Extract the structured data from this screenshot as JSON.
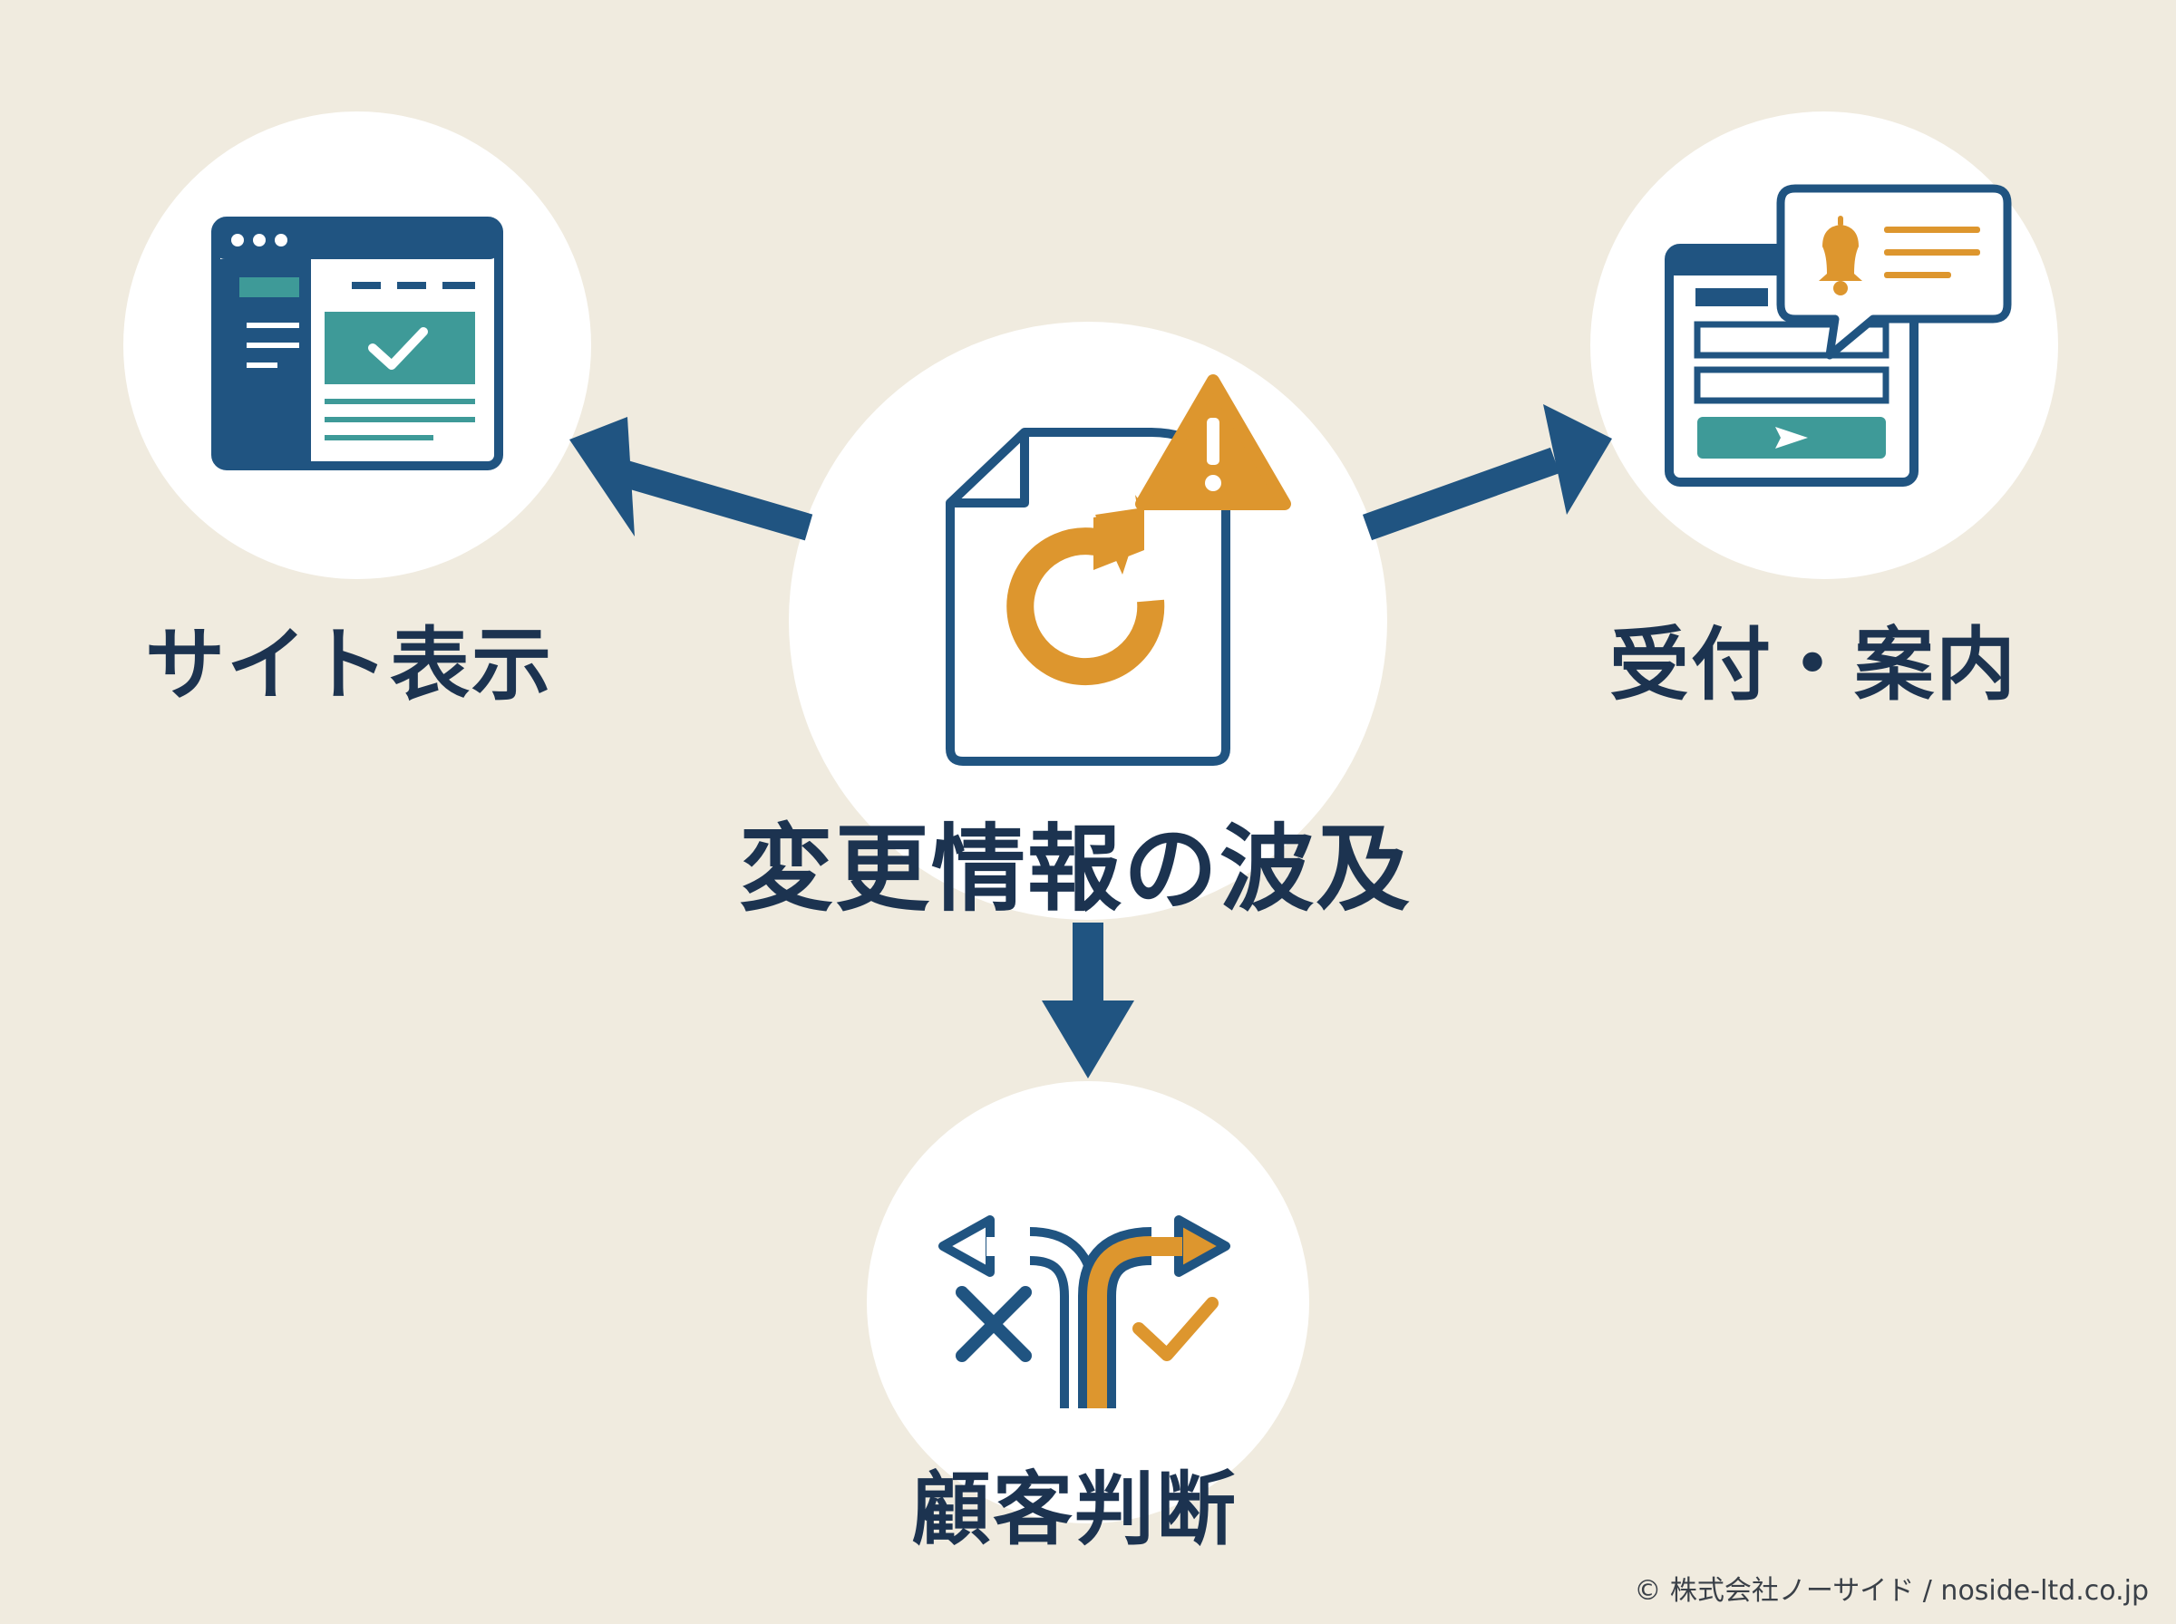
{
  "center": {
    "label": "変更情報の波及",
    "icon": "document-refresh-warning-icon"
  },
  "nodes": {
    "site_display": {
      "label": "サイト表示",
      "icon": "browser-window-check-icon"
    },
    "reception": {
      "label": "受付・案内",
      "icon": "form-notification-bell-icon"
    },
    "customer_decision": {
      "label": "顧客判断",
      "icon": "fork-arrows-decision-icon"
    }
  },
  "footer": {
    "copyright": "© 株式会社ノーサイド / noside-ltd.co.jp"
  },
  "colors": {
    "background": "#f0ebdf",
    "navy": "#205481",
    "dark_text": "#1c3350",
    "orange": "#dd962e",
    "teal": "#3e9a98",
    "circle_fill": "#ffffff"
  }
}
